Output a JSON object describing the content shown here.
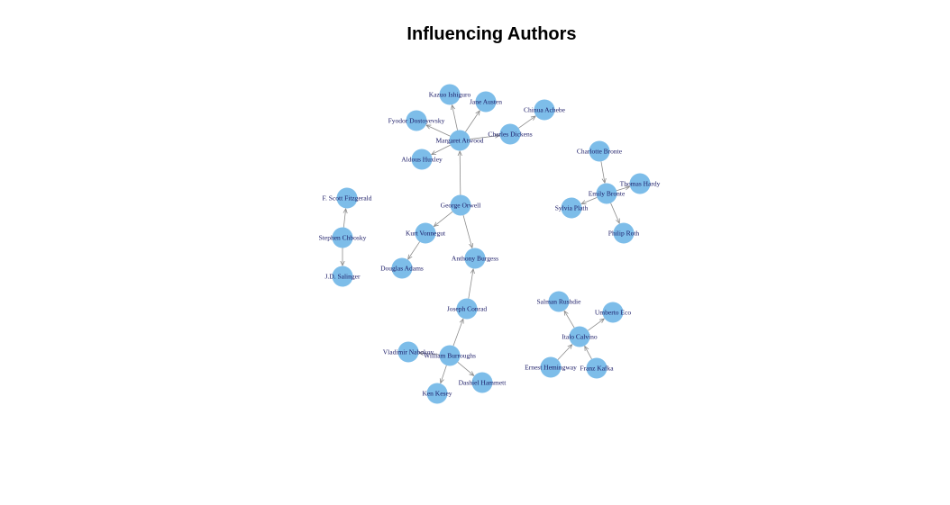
{
  "title": "Influencing Authors",
  "style": {
    "node_color": "#7dbde9",
    "edge_color": "#8c8c8c",
    "label_color": "#1a1a66"
  },
  "nodes": [
    {
      "id": "kazuo",
      "label": "Kazuo  Ishiguro"
    },
    {
      "id": "austen",
      "label": "Jane  Austen"
    },
    {
      "id": "achebe",
      "label": "Chinua  Achebe"
    },
    {
      "id": "dostoyevsky",
      "label": "Fyodor  Dostoyevsky"
    },
    {
      "id": "dickens",
      "label": "Charles  Dickens"
    },
    {
      "id": "atwood",
      "label": "Margaret  Atwood"
    },
    {
      "id": "huxley",
      "label": "Aldous  Huxley"
    },
    {
      "id": "orwell",
      "label": "George  Orwell"
    },
    {
      "id": "vonnegut",
      "label": "Kurt  Vonnegut"
    },
    {
      "id": "adams",
      "label": "Douglas  Adams"
    },
    {
      "id": "burgess",
      "label": "Anthony  Burgess"
    },
    {
      "id": "conrad",
      "label": "Joseph  Conrad"
    },
    {
      "id": "burroughs",
      "label": "William  Burroughs"
    },
    {
      "id": "nabokov",
      "label": "Vladimir  Nabokov"
    },
    {
      "id": "kesey",
      "label": "Ken  Kesey"
    },
    {
      "id": "hammett",
      "label": "Dashiel Hammett"
    },
    {
      "id": "fitzgerald",
      "label": "F.  Scott  Fitzgerald"
    },
    {
      "id": "chbosky",
      "label": "Stephen  Chbosky"
    },
    {
      "id": "salinger",
      "label": "J.D.  Salinger"
    },
    {
      "id": "cbronte",
      "label": "Charlotte  Bronte"
    },
    {
      "id": "ebronte",
      "label": "Emily  Bronte"
    },
    {
      "id": "hardy",
      "label": "Thomas  Hardy"
    },
    {
      "id": "plath",
      "label": "Sylvia  Plath"
    },
    {
      "id": "roth",
      "label": "Philip Roth"
    },
    {
      "id": "rushdie",
      "label": "Salman  Rushdie"
    },
    {
      "id": "eco",
      "label": "Umberto  Eco"
    },
    {
      "id": "calvino",
      "label": "Italo  Calvino"
    },
    {
      "id": "hemingway",
      "label": "Ernest  Hemingway"
    },
    {
      "id": "kafka",
      "label": "Franz  Kafka"
    }
  ],
  "edges": [
    {
      "from": "atwood",
      "to": "kazuo"
    },
    {
      "from": "atwood",
      "to": "austen"
    },
    {
      "from": "atwood",
      "to": "dostoyevsky"
    },
    {
      "from": "atwood",
      "to": "huxley"
    },
    {
      "from": "atwood",
      "to": "dickens"
    },
    {
      "from": "dickens",
      "to": "achebe"
    },
    {
      "from": "orwell",
      "to": "atwood"
    },
    {
      "from": "orwell",
      "to": "vonnegut"
    },
    {
      "from": "orwell",
      "to": "burgess"
    },
    {
      "from": "vonnegut",
      "to": "adams"
    },
    {
      "from": "conrad",
      "to": "burgess"
    },
    {
      "from": "burroughs",
      "to": "conrad"
    },
    {
      "from": "burroughs",
      "to": "nabokov"
    },
    {
      "from": "burroughs",
      "to": "kesey"
    },
    {
      "from": "burroughs",
      "to": "hammett"
    },
    {
      "from": "chbosky",
      "to": "fitzgerald"
    },
    {
      "from": "chbosky",
      "to": "salinger"
    },
    {
      "from": "cbronte",
      "to": "ebronte"
    },
    {
      "from": "ebronte",
      "to": "hardy"
    },
    {
      "from": "ebronte",
      "to": "plath"
    },
    {
      "from": "ebronte",
      "to": "roth"
    },
    {
      "from": "calvino",
      "to": "rushdie"
    },
    {
      "from": "calvino",
      "to": "eco"
    },
    {
      "from": "hemingway",
      "to": "calvino"
    },
    {
      "from": "kafka",
      "to": "calvino"
    }
  ]
}
